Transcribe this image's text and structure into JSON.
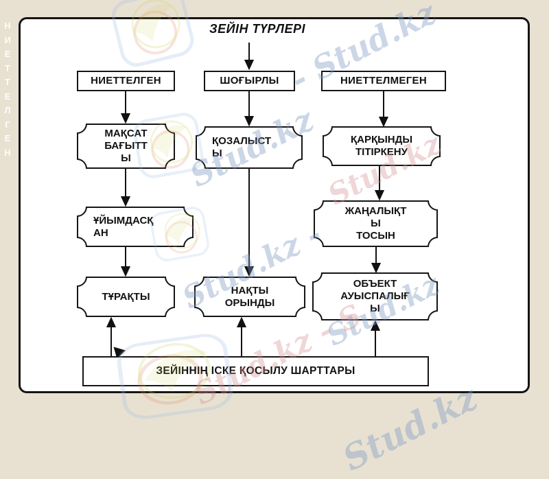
{
  "title": "ЗЕЙІН ТҮРЛЕРІ",
  "side_vertical_text": "Н\nИ\nЕ\nТ\nТ\nЕ\nЛ\nГ\nЕ\nН",
  "diagram": {
    "columns": [
      {
        "header": "НИЕТТЕЛГЕН",
        "nodes": [
          "МАҚСАТ\nБАҒЫТТ\nЫ",
          "ҰЙЫМДАСҚ\nАН",
          "ТҰРАҚТЫ"
        ]
      },
      {
        "header": "ШОҒЫРЛЫ",
        "nodes": [
          "ҚОЗАЛЫСТ\nЫ",
          "НАҚТЫ\nОРЫНДЫ"
        ]
      },
      {
        "header": "НИЕТТЕЛМЕГЕН",
        "nodes": [
          "ҚАРҚЫНДЫ\nТІТІРКЕНУ",
          "ЖАҢАЛЫҚТ\nЫ\nТОСЫН",
          "ОБЪЕКТ\nАУЫСПАЛЫҒ\nЫ"
        ]
      }
    ],
    "footer": "ЗЕЙІННІҢ ІСКЕ ҚОСЫЛУ ШАРТТАРЫ"
  },
  "watermarks": {
    "brand": "Stud.kz",
    "items": [
      "- Stud.kz",
      "Stud.kz",
      "Stud.kz",
      "Stud.kz -",
      "Stud.kz",
      "Stud.kz - S",
      "Stud.kz"
    ]
  },
  "colors": {
    "background": "#e8e1d2",
    "panel_border": "#151515",
    "watermark_blue": "#7d98c0",
    "watermark_pink": "#d48c91"
  }
}
